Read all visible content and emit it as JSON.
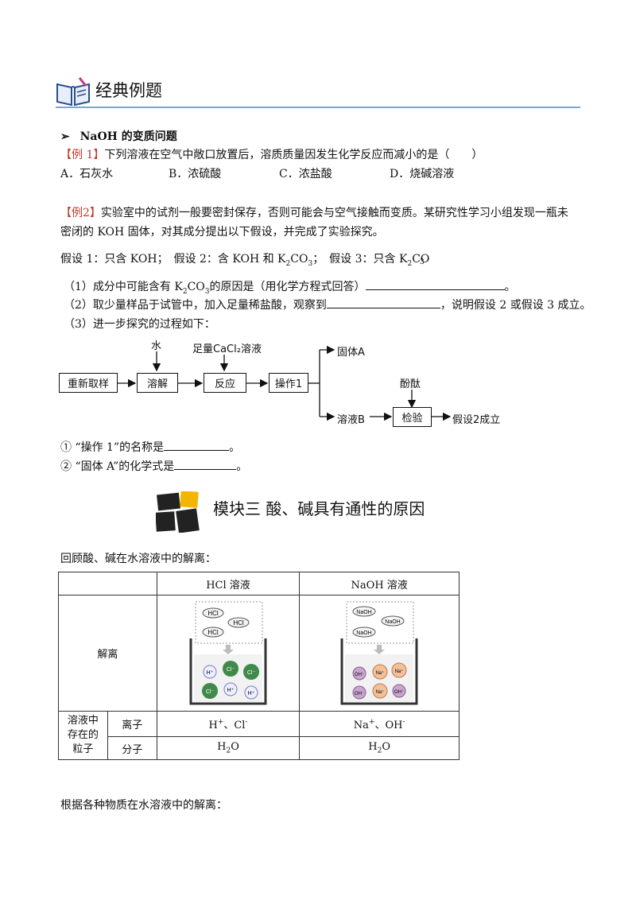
{
  "header": {
    "title": "经典例题"
  },
  "topic": {
    "marker": "➢",
    "title": "NaOH 的变质问题"
  },
  "ex1": {
    "tag": "【例 1】",
    "question": "下列溶液在空气中敞口放置后，溶质质量因发生化学反应而减小的是（　　）",
    "options": [
      "A．石灰水",
      "B．浓硫酸",
      "C．浓盐酸",
      "D．烧碱溶液"
    ]
  },
  "ex2": {
    "tag": "【例2】",
    "line1": "实验室中的试剂一般要密封保存，否则可能会与空气接触而变质。某研究性学习小组发现一瓶未",
    "line2": "密闭的 KOH 固体，对其成分提出以下假设，并完成了实验探究。",
    "hyp_a": "假设 1：只含 KOH；　假设 2：含 KOH 和 K",
    "hyp_b": "CO",
    "hyp_c": "；　假设 3：只含 K",
    "hyp_d": "CO",
    "hyp_e": "3",
    "q1_a": "（1）成分中可能含有 K",
    "q1_b": "CO",
    "q1_c": "的原因是（用化学方程式回答）",
    "q1_d": "。",
    "q2_a": "（2）取少量样品于试管中，加入足量稀盐酸，观察到",
    "q2_b": "，说明假设 2 或假设 3 成立。",
    "q3": "（3）进一步探究的过程如下：",
    "sub1_a": "① “操作 1”的名称是",
    "sub1_b": "。",
    "sub2_a": "② “固体 A”的化学式是",
    "sub2_b": "。",
    "sub_two": "2",
    "sub_three": "3"
  },
  "flow": {
    "water": "水",
    "reagent": "足量CaCl₂溶液",
    "sample": "重新取样",
    "dissolve": "溶解",
    "react": "反应",
    "op1": "操作1",
    "solidA": "固体A",
    "phenol": "酚酞",
    "solB": "溶液B",
    "test": "检验",
    "result": "假设2成立"
  },
  "module": {
    "title": "模块三  酸、碱具有通性的原因"
  },
  "review": "回顾酸、碱在水溶液中的解离：",
  "table": {
    "col_hcl": "HCl 溶液",
    "col_naoh": "NaOH 溶液",
    "row_dissoc": "解离",
    "row_particles": "溶液中存在的粒子",
    "row_ions": "离子",
    "row_molecules": "分子",
    "hcl_ion_h": "H",
    "hcl_ion_sep": "、Cl",
    "naoh_ion_na": "Na",
    "naoh_ion_sep": "、OH",
    "sup_plus": "+",
    "sup_minus": "-",
    "h2o_a": "H",
    "h2o_sub": "2",
    "h2o_b": "O"
  },
  "beaker": {
    "hcl_mol": "HCl",
    "naoh_mol": "NaOH",
    "h_ion": "H⁺",
    "cl_ion": "Cl⁻",
    "na_ion": "Na⁺",
    "oh_ion": "OH⁻"
  },
  "footer": "根据各种物质在水溶液中的解离："
}
